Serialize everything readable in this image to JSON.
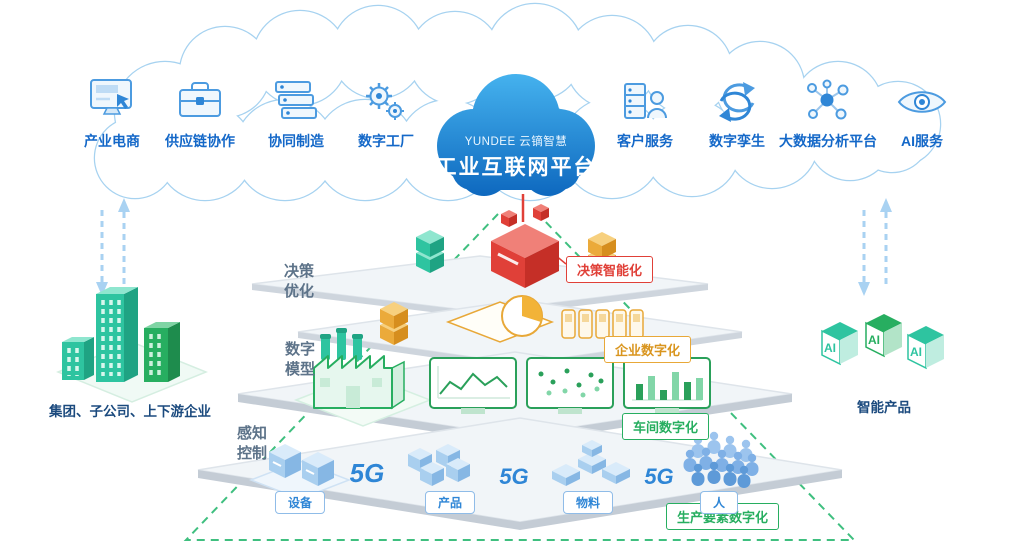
{
  "cloud": {
    "brand": "YUNDEE 云镝智慧",
    "title": "工业互联网平台",
    "services_left": [
      {
        "label": "产业电商",
        "icon": "ecommerce-icon"
      },
      {
        "label": "供应链协作",
        "icon": "supply-chain-icon"
      },
      {
        "label": "协同制造",
        "icon": "collab-manufacturing-icon"
      },
      {
        "label": "数字工厂",
        "icon": "digital-factory-icon"
      }
    ],
    "services_right": [
      {
        "label": "客户服务",
        "icon": "customer-service-icon"
      },
      {
        "label": "数字孪生",
        "icon": "digital-twin-icon"
      },
      {
        "label": "大数据分析平台",
        "icon": "big-data-icon"
      },
      {
        "label": "AI服务",
        "icon": "ai-service-icon"
      }
    ]
  },
  "pyramid": {
    "side_labels": {
      "decision": "决策优化",
      "model": "数字模型",
      "perception": "感知控制"
    },
    "tags": {
      "decision": "决策智能化",
      "enterprise": "企业数字化",
      "workshop": "车间数字化",
      "production": "生产要素数字化"
    },
    "factors": {
      "equipment": "设备",
      "product": "产品",
      "material": "物料",
      "people": "人"
    },
    "network": "5G"
  },
  "left_group": {
    "label": "集团、子公司、上下游企业"
  },
  "right_group": {
    "label": "智能产品",
    "cube_text": "AI"
  },
  "colors": {
    "primary_blue": "#2F86D6",
    "teal": "#2EC4A0",
    "green": "#27AE60",
    "gold": "#E8A838",
    "red": "#E04038"
  }
}
